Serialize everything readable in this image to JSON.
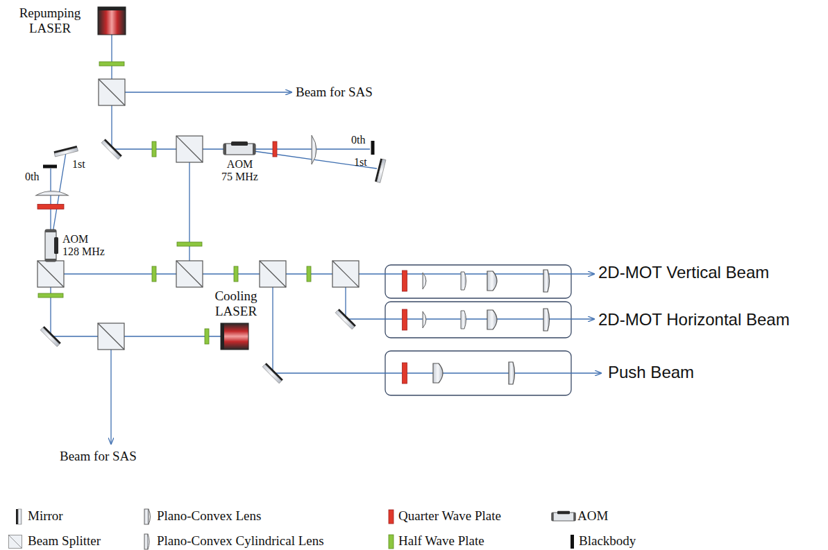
{
  "diagram": {
    "labels": [
      "Repumping LASER",
      "Beam for SAS",
      "0th",
      "1st",
      "AOM 75 MHz",
      "0th",
      "1st",
      "AOM 128 MHz",
      "Cooling LASER",
      "Beam for SAS",
      "2D-MOT Vertical Beam",
      "2D-MOT Horizontal Beam",
      "Push Beam"
    ],
    "legend": [
      {
        "text": "Mirror"
      },
      {
        "text": "Beam Splitter"
      },
      {
        "text": "Plano-Convex Lens"
      },
      {
        "text": "Plano-Convex Cylindrical Lens"
      },
      {
        "text": "Quarter Wave Plate"
      },
      {
        "text": "Half Wave Plate"
      },
      {
        "text": "AOM"
      },
      {
        "text": "Blackbody"
      }
    ]
  }
}
